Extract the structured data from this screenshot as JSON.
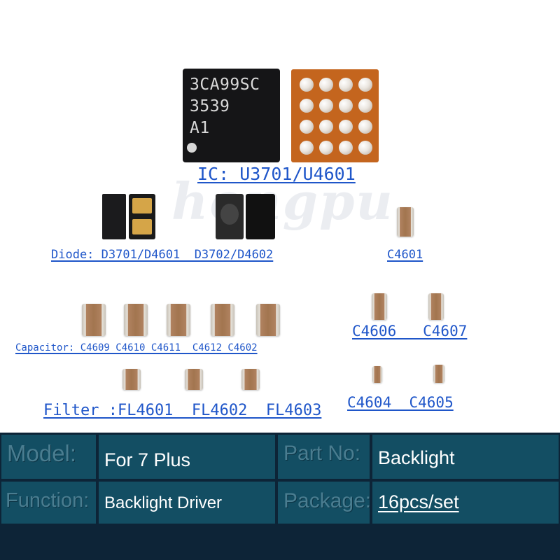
{
  "ic": {
    "marking": [
      "3CA99SC",
      "3539",
      "A1"
    ],
    "label": "IC: U3701/U4601"
  },
  "watermark": "hongpu",
  "diode": {
    "label": "Diode: D3701/D4601  D3702/D4602"
  },
  "labels": {
    "c4601": "C4601",
    "c4606_c4607": "C4606   C4607",
    "capacitor": "Capacitor: C4609 C4610 C4611  C4612 C4602",
    "filter": "Filter :FL4601  FL4602  FL4603",
    "c4604_c4605": "C4604  C4605"
  },
  "spec_table": {
    "model_key": "Model:",
    "model_value": "For 7 Plus",
    "part_key": "Part No:",
    "part_value": "Backlight",
    "function_key": "Function:",
    "function_value": "Backlight Driver",
    "package_key": "Package:",
    "package_value": "16pcs/set"
  },
  "colors": {
    "label_blue": "#1f56c9",
    "table_bg": "#0d2437",
    "cell_bg": "#134e63",
    "key_text": "#4a7d90",
    "value_text": "#ffffff"
  }
}
